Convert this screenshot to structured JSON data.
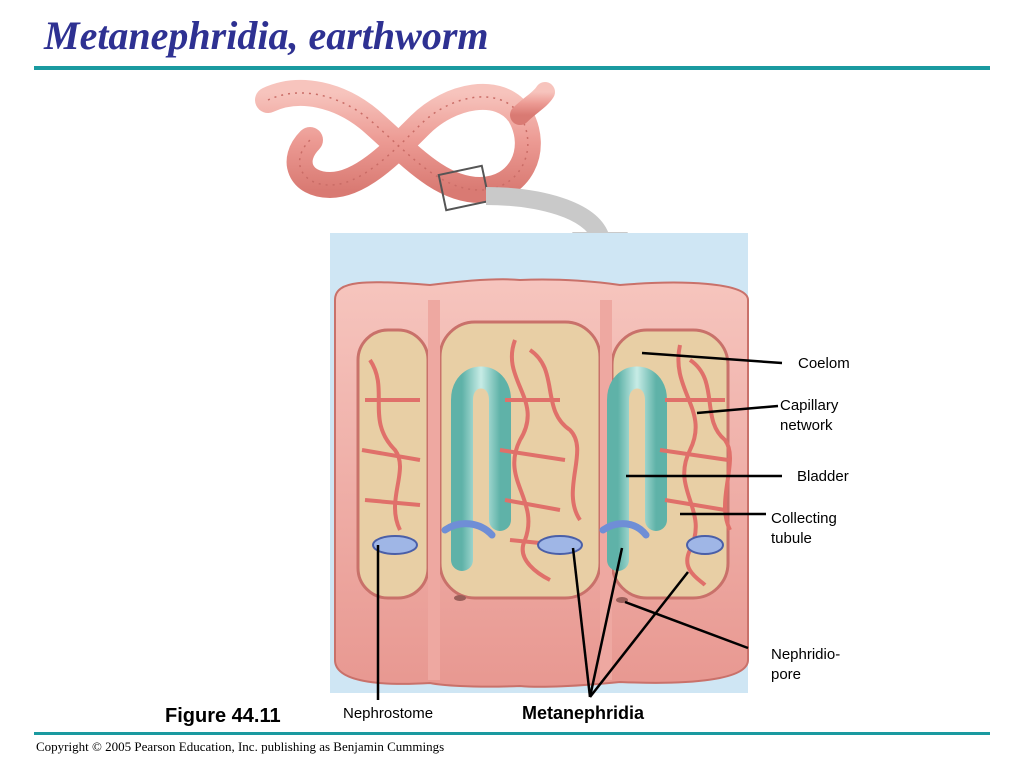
{
  "slide": {
    "title": "Metanephridia, earthworm",
    "figure_label": "Figure 44.11",
    "copyright": "Copyright © 2005 Pearson Education, Inc. publishing as Benjamin Cummings"
  },
  "labels": {
    "coelom": "Coelom",
    "capillary_line1": "Capillary",
    "capillary_line2": "network",
    "bladder": "Bladder",
    "collecting_line1": "Collecting",
    "collecting_line2": "tubule",
    "nephridiopore_line1": "Nephridio-",
    "nephridiopore_line2": "pore",
    "nephrostome": "Nephrostome",
    "metanephridia": "Metanephridia"
  },
  "colors": {
    "title": "#2e3192",
    "rule": "#1a9aa0",
    "background_panel": "#cfe6f4",
    "body_wall": "#f2b3ad",
    "tubule": "#8fd1c8",
    "capillary": "#e0706a"
  }
}
